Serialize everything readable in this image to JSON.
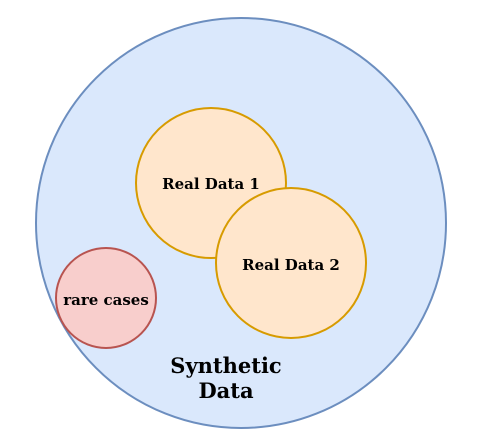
{
  "diagram": {
    "outer": {
      "title_line1": "Synthetic",
      "title_line2": "Data",
      "fill": "#dae8fc",
      "stroke": "#6c8ebf"
    },
    "real1": {
      "label": "Real Data 1",
      "fill": "#ffe6cc",
      "stroke": "#d79b00"
    },
    "real2": {
      "label": "Real Data 2",
      "fill": "#ffe6cc",
      "stroke": "#d79b00"
    },
    "rare": {
      "label": "rare cases",
      "fill": "#f8cecc",
      "stroke": "#b85450"
    }
  }
}
